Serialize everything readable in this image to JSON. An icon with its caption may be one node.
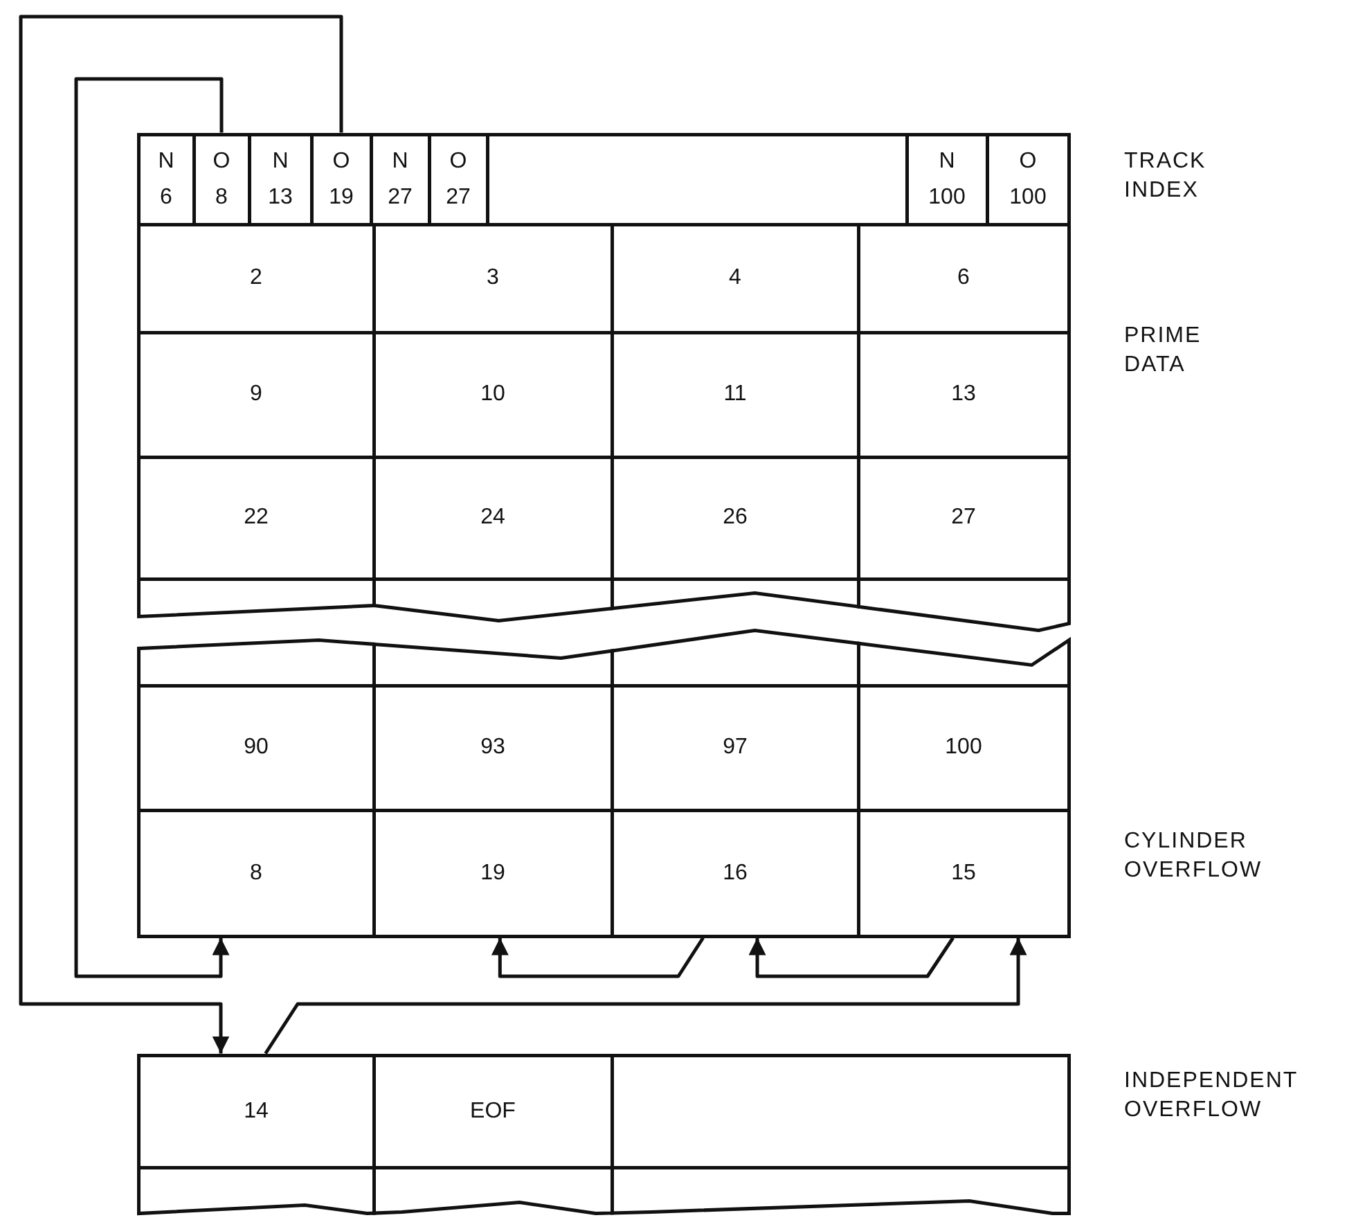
{
  "diagram": {
    "nodes": [
      {
        "text": [
          "N 6"
        ]
      },
      {
        "text": [
          "O 8"
        ]
      },
      {
        "text": [
          "N 13"
        ]
      },
      {
        "text": [
          "O 19"
        ]
      },
      {
        "text": [
          "N 27"
        ]
      },
      {
        "text": [
          "O 27"
        ]
      },
      {
        "text": [],
        "shape": "box"
      },
      {
        "text": [
          "N 100"
        ]
      },
      {
        "text": [
          "O 100"
        ]
      },
      {
        "text": [
          "2"
        ]
      },
      {
        "text": [
          "3"
        ]
      },
      {
        "text": [
          "4"
        ]
      },
      {
        "text": [
          "6"
        ]
      },
      {
        "text": [
          "9"
        ]
      },
      {
        "text": [
          "10"
        ]
      },
      {
        "text": [
          "11"
        ]
      },
      {
        "text": [
          "13"
        ]
      },
      {
        "text": [
          "22"
        ]
      },
      {
        "text": [
          "24"
        ]
      },
      {
        "text": [
          "26"
        ]
      },
      {
        "text": [
          "27"
        ]
      },
      {
        "text": [],
        "shape": "box"
      },
      {
        "text": [],
        "shape": "box"
      },
      {
        "text": [],
        "shape": "box"
      },
      {
        "text": [],
        "shape": "box"
      },
      {
        "text": [],
        "shape": "box"
      },
      {
        "text": [],
        "shape": "box"
      },
      {
        "text": [],
        "shape": "box"
      },
      {
        "text": [],
        "shape": "box"
      },
      {
        "text": [
          "90"
        ]
      },
      {
        "text": [
          "93"
        ]
      },
      {
        "text": [
          "97"
        ]
      },
      {
        "text": [
          "100"
        ]
      },
      {
        "text": [
          "8"
        ]
      },
      {
        "text": [
          "19"
        ]
      },
      {
        "text": [
          "16"
        ]
      },
      {
        "text": [
          "15"
        ]
      },
      {
        "text": [
          "14"
        ]
      },
      {
        "text": [
          "EOF"
        ]
      },
      {
        "text": [],
        "shape": "box"
      },
      {
        "text": [],
        "shape": "box"
      },
      {
        "text": [],
        "shape": "box"
      },
      {
        "text": [],
        "shape": "box"
      }
    ],
    "edges": [
      {
        "from": 1,
        "to": 33,
        "arrow": "to"
      },
      {
        "from": 3,
        "to": 37,
        "arrow": "to"
      },
      {
        "from": 37,
        "to": 36,
        "arrow": "to"
      },
      {
        "from": 35,
        "to": 34,
        "arrow": "to"
      },
      {
        "from": 36,
        "to": 35,
        "arrow": "to"
      }
    ],
    "labels": [
      "TRACK INDEX",
      "PRIME DATA",
      "CYLINDER OVERFLOW",
      "INDEPENDENT OVERFLOW"
    ]
  }
}
